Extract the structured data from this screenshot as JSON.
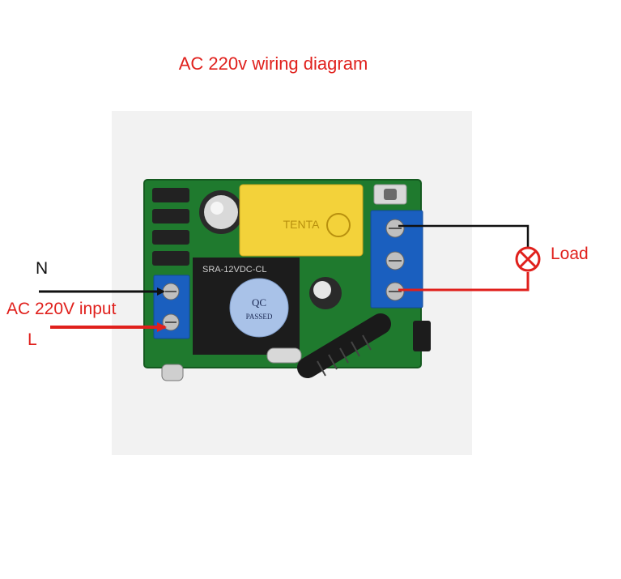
{
  "title": "AC 220v wiring diagram",
  "labels": {
    "neutral": "N",
    "input": "AC 220V input",
    "live": "L",
    "load": "Load"
  },
  "board_markings": {
    "relay_model": "SRA-12VDC-CL",
    "relay_brand": "TENTA",
    "qc_top": "QC",
    "qc_bottom": "PASSED"
  },
  "colors": {
    "title": "#e0201c",
    "live_wire": "#e0201c",
    "neutral_wire": "#111111",
    "pcb": "#1f7a2e",
    "terminal": "#1a5fbf",
    "capacitor": "#f3d23a"
  }
}
